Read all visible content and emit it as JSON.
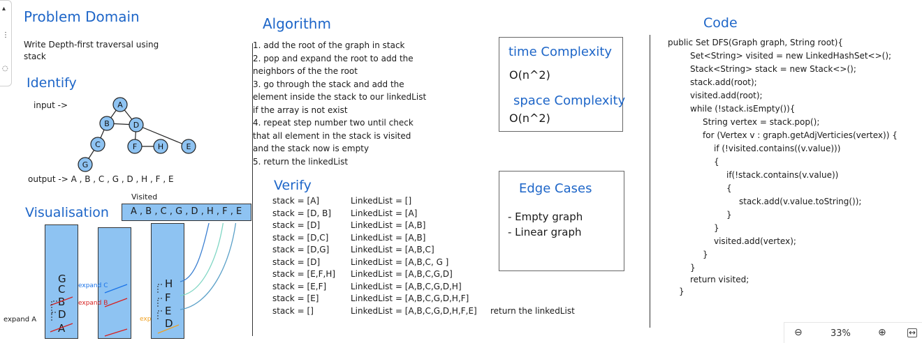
{
  "problem": {
    "title": "Problem Domain",
    "description_lines": [
      "Write Depth-first traversal using",
      "stack"
    ]
  },
  "identify": {
    "title": "Identify",
    "input_label": "input ->",
    "output_label": "output -> A , B , C , G , D , H , F , E",
    "nodes": [
      "A",
      "B",
      "D",
      "C",
      "F",
      "H",
      "E",
      "G"
    ]
  },
  "visualisation": {
    "title": "Visualisation",
    "visited_label": "Visited",
    "visited_value": "A , B , C , G , D , H , F , E",
    "col1_letters": [
      "G",
      "C",
      "B",
      "D",
      "A"
    ],
    "col3_letters": [
      "H",
      "F",
      "E",
      "D"
    ],
    "expand_a": "expand A",
    "expand_b": "expand B",
    "expand_c": "expand C",
    "expand_d": "exp"
  },
  "algorithm": {
    "title": "Algorithm",
    "lines": [
      "1.  add the root of the graph in stack",
      "2.  pop and expand the root to add the",
      "neighbors of the the root",
      "3.  go through the stack and add the",
      "element inside the stack to our linkedList",
      "if the array is not exist",
      "4.  repeat step number two until check",
      "that all element in the stack is visited",
      "and the stack now is empty",
      "5.  return the linkedList"
    ]
  },
  "complexity": {
    "time_title": "time Complexity",
    "time_value": "O(n^2)",
    "space_title": "space Complexity",
    "space_value": "O(n^2)"
  },
  "edge_cases": {
    "title": "Edge Cases",
    "items": [
      "- Empty graph",
      "- Linear graph"
    ]
  },
  "verify": {
    "title": "Verify",
    "stack": [
      "stack = [A]",
      "stack = [D, B]",
      "stack = [D]",
      "stack = [D,C]",
      "stack = [D,G]",
      "stack = [D]",
      "stack = [E,F,H]",
      "stack = [E,F]",
      "stack = [E]",
      "stack = []"
    ],
    "linked": [
      "LinkedList = []",
      "LinkedList = [A]",
      "LinkedList = [A,B]",
      "LinkedList = [A,B]",
      "LinkedList = [A,B,C]",
      "LinkedList = [A,B,C, G ]",
      "LinkedList = [A,B,C,G,D]",
      "LinkedList = [A,B,C,G,D,H]",
      "LinkedList = [A,B,C,G,D,H,F]",
      "LinkedList = [A,B,C,G,D,H,F,E]"
    ],
    "final_note": "return the linkedList"
  },
  "code": {
    "title": "Code",
    "lines": [
      "public Set DFS(Graph graph, String root){",
      "Set<String> visited = new LinkedHashSet<>();",
      "Stack<String> stack = new Stack<>();",
      "stack.add(root);",
      "visited.add(root);",
      "while (!stack.isEmpty()){",
      "String vertex = stack.pop();",
      "for (Vertex v : graph.getAdjVerticies(vertex)) {",
      "if (!visited.contains((v.value)))",
      "{",
      "if(!stack.contains(v.value))",
      "{",
      "stack.add(v.value.toString());",
      "}",
      "}",
      "visited.add(vertex);",
      "}",
      "}",
      "return visited;",
      "}"
    ]
  },
  "zoom": {
    "value": "33%"
  },
  "colors": {
    "heading": "#1e66c8",
    "node_fill": "#8ec3f2",
    "column_fill": "#8ec3f2",
    "accent_red": "#d62020",
    "accent_blue": "#1a73e8",
    "accent_orange": "#f0a020"
  }
}
